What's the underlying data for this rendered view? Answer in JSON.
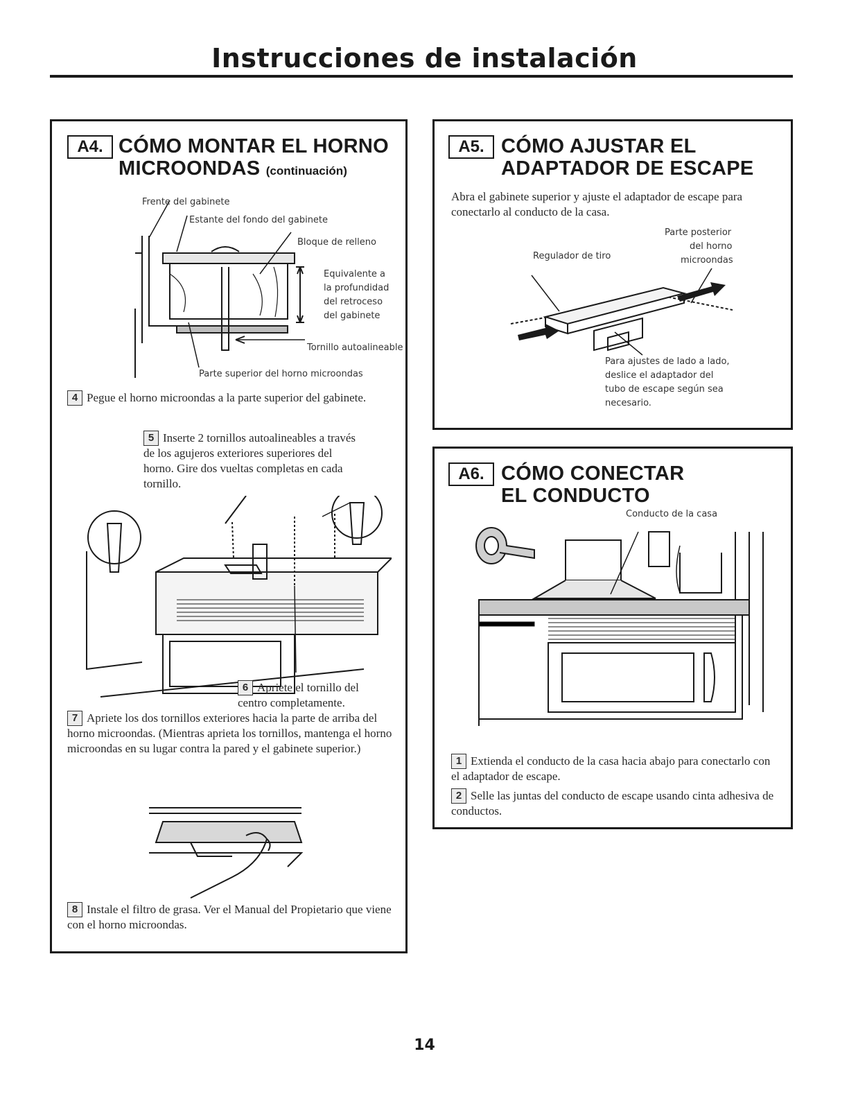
{
  "page": {
    "title": "Instrucciones de instalación",
    "page_number": "14"
  },
  "a4": {
    "badge": "A4.",
    "heading_line1": "CÓMO MONTAR EL HORNO",
    "heading_line2": "MICROONDAS",
    "heading_suffix": "(continuación)",
    "labels": {
      "cabinet_front": "Frente del gabinete",
      "cabinet_back_shelf": "Estante del fondo del gabinete",
      "filler_block": "Bloque de relleno",
      "equivalent_1": "Equivalente a",
      "equivalent_2": "la profundidad",
      "equivalent_3": "del retroceso",
      "equivalent_4": "del gabinete",
      "self_aligning_screw": "Tornillo autoalineable",
      "microwave_top": "Parte superior del horno microondas"
    },
    "steps": [
      {
        "num": "4",
        "text": "Pegue el horno microondas a la parte superior del gabinete."
      },
      {
        "num": "5",
        "text": "Inserte 2 tornillos autoalineables a través de los agujeros exteriores superiores del horno. Gire dos vueltas completas en cada tornillo."
      },
      {
        "num": "6",
        "text": "Apriete el tornillo del centro completamente."
      },
      {
        "num": "7",
        "text": "Apriete los dos tornillos exteriores hacia la parte de arriba del horno microondas. (Mientras aprieta los tornillos, mantenga el horno microondas en su lugar contra la pared y el gabinete superior.)"
      },
      {
        "num": "8",
        "text": "Instale el filtro de grasa. Ver el Manual del Propietario que viene con el horno microondas."
      }
    ]
  },
  "a5": {
    "badge": "A5.",
    "heading_line1": "CÓMO AJUSTAR EL",
    "heading_line2": "ADAPTADOR DE ESCAPE",
    "intro": "Abra el gabinete superior y ajuste el adaptador de escape para conectarlo al conducto de la casa.",
    "labels": {
      "damper": "Regulador de tiro",
      "rear_1": "Parte posterior",
      "rear_2": "del horno",
      "rear_3": "microondas",
      "side_1": "Para ajustes de lado a lado,",
      "side_2": "deslice el adaptador del",
      "side_3": "tubo de escape según sea",
      "side_4": "necesario."
    }
  },
  "a6": {
    "badge": "A6.",
    "heading_line1": "CÓMO CONECTAR",
    "heading_line2": "EL CONDUCTO",
    "labels": {
      "house_duct": "Conducto de la casa"
    },
    "steps": [
      {
        "num": "1",
        "text": "Extienda el conducto de la casa hacia abajo para conectarlo con el adaptador de escape."
      },
      {
        "num": "2",
        "text": "Selle las juntas del conducto de escape usando cinta adhesiva de conductos."
      }
    ]
  }
}
